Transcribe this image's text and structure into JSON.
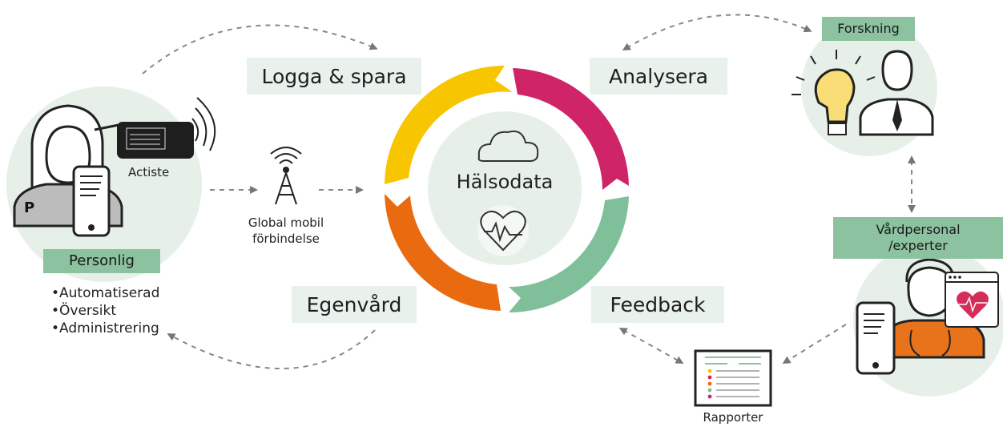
{
  "center": {
    "title": "Hälsodata",
    "cloud_icon": "cloud-icon",
    "heart_icon": "heart-wave-icon"
  },
  "stages": {
    "log_save": "Logga & spara",
    "analyze": "Analysera",
    "self_care": "Egenvård",
    "feedback": "Feedback"
  },
  "patient": {
    "tag": "Personlig",
    "badge": "P",
    "features": [
      "Automatiserad",
      "Översikt",
      "Administrering"
    ]
  },
  "device": {
    "label": "Actiste"
  },
  "network": {
    "line1": "Global mobil",
    "line2": "förbindelse",
    "icon": "antenna-icon"
  },
  "research": {
    "tag": "Forskning",
    "icon": "lightbulb-icon"
  },
  "caregivers": {
    "line1": "Vårdpersonal",
    "line2": "/experter"
  },
  "reports": {
    "label": "Rapporter",
    "icon": "report-icon"
  },
  "colors": {
    "yellow": "#f7c600",
    "magenta": "#cf2468",
    "green": "#7fbf99",
    "orange": "#ea6a10",
    "tag_green": "#8cc29f",
    "pill_bg": "#e9f1ec",
    "circle_bg": "#e6f0e9",
    "heart_red": "#d52d5a",
    "scrub_orange": "#e8731b"
  }
}
